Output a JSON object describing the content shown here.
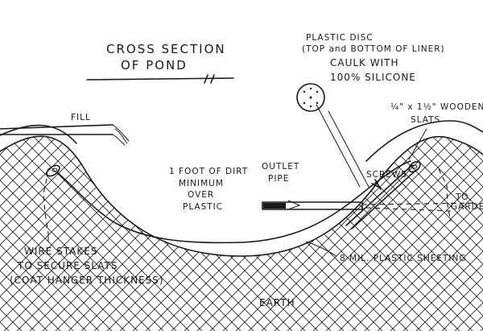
{
  "title": {
    "line1": "CROSS SECTION",
    "line2": "OF POND"
  },
  "labels": {
    "fill": "FILL",
    "disc_line1": "PLASTIC DISC",
    "disc_line2": "(TOP and BOTTOM OF LINER)",
    "caulk_line1": "CAULK WITH",
    "caulk_line2": "100% SILICONE",
    "slats_line1": "¼\" x 1½\" WOODEN",
    "slats_line2": "SLATS",
    "dirt_line1": "1 FOOT OF DIRT",
    "dirt_line2": "MINIMUM",
    "dirt_line3": "OVER",
    "dirt_line4": "PLASTIC",
    "outlet_line1": "OUTLET",
    "outlet_line2": "PIPE",
    "screws": "SCREWS",
    "to_garden_line1": "TO",
    "to_garden_line2": "GARDEN",
    "stakes_line1": "WIRE STAKES",
    "stakes_line2": "TO SECURE SLATS",
    "stakes_line3": "(COAT HANGER THICKNESS)",
    "sheeting": "8 MIL. PLASTIC SHEETING",
    "earth": "EARTH"
  },
  "colors": {
    "ink": "#1a1a1a",
    "paper": "#ffffff"
  }
}
